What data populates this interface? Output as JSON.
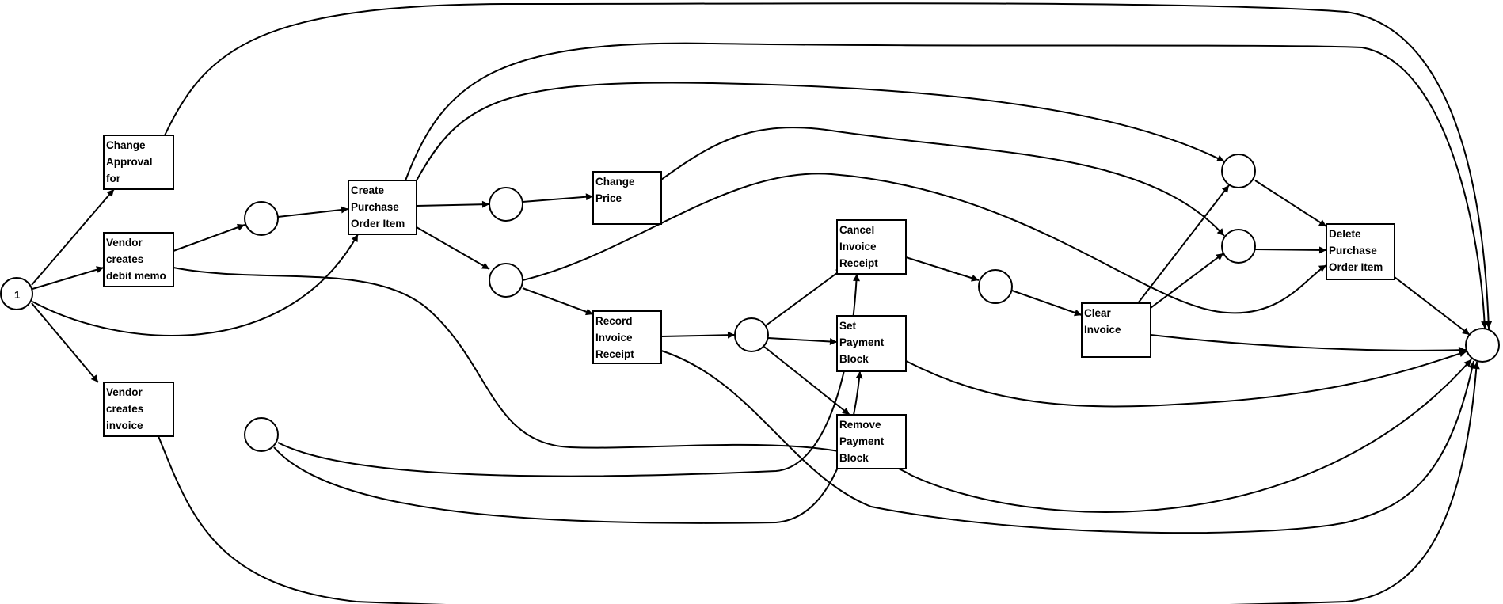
{
  "diagram": {
    "transitions": {
      "change_approval": "Change\nApproval\nfor",
      "vendor_debit_memo": "Vendor\ncreates\ndebit memo",
      "vendor_invoice": "Vendor\ncreates\ninvoice",
      "create_po_item": "Create\nPurchase\nOrder Item",
      "change_price": "Change\nPrice",
      "record_invoice_receipt": "Record\nInvoice\nReceipt",
      "cancel_invoice_receipt": "Cancel\nInvoice\nReceipt",
      "set_payment_block": "Set\nPayment\nBlock",
      "remove_payment_block": "Remove\nPayment\nBlock",
      "clear_invoice": "Clear\nInvoice",
      "delete_po_item": "Delete\nPurchase\nOrder Item"
    },
    "start_token": "1",
    "colors": {
      "stroke": "#000000",
      "background": "#ffffff"
    }
  }
}
